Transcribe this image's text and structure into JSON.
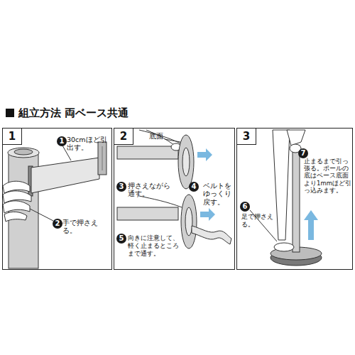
{
  "diagram": {
    "title": "組立方法 両ベース共通",
    "nodes": [
      {
        "text": [
          "1"
        ]
      },
      {
        "text": [
          "1"
        ],
        "in": 0
      },
      {
        "text": [
          "2"
        ],
        "in": 0
      },
      {
        "text": [
          "2"
        ]
      },
      {
        "text": [
          "3"
        ],
        "in": 3
      },
      {
        "text": [
          "4"
        ],
        "in": 3
      },
      {
        "text": [
          "5"
        ],
        "in": 3
      },
      {
        "text": [
          "3"
        ]
      },
      {
        "text": [
          "6"
        ],
        "in": 7
      },
      {
        "text": [
          "7"
        ],
        "in": 7
      }
    ],
    "labels": [
      "30cmほど引出す。",
      "手で押さえる。",
      "底面",
      "押さえながら通す。",
      "ベルトをゆっくり戻す。",
      "向きに注意して、軽く止まるところまで通す。",
      "足で押さえる。",
      "止まるまで引っ張る。ポールの底はベース底面より1mmほど引っ込みます。"
    ]
  }
}
